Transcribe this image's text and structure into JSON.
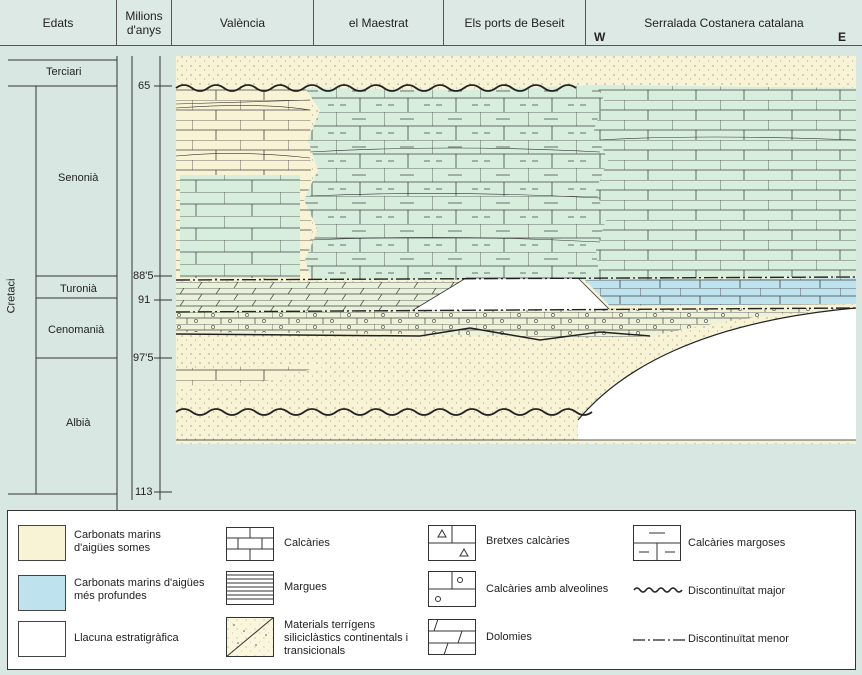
{
  "header": {
    "edats": "Edats",
    "milions": "Milions d'anys",
    "regions": [
      "València",
      "el Maestrat",
      "Els ports de Beseit",
      "Serralada Costanera catalana"
    ],
    "west": "W",
    "east": "E"
  },
  "stages": {
    "terciari": "Terciari",
    "senonia": "Senonià",
    "turonia": "Turonià",
    "cenomania": "Cenomanià",
    "albia": "Albià",
    "cretaci": "Cretaci"
  },
  "ages": [
    "65",
    "88'5",
    "91",
    "97'5",
    "113"
  ],
  "colors": {
    "shallow_marine": "#f7f3d4",
    "deep_marine": "#bfe3ee",
    "dolomite_green": "#d7eedd",
    "gap": "#ffffff",
    "panel": "#d9e7e2"
  },
  "legend": {
    "shallow": "Carbonats marins d'aigües somes",
    "deep": "Carbonats marins d'aigües més profundes",
    "gap": "Llacuna estratigràfica",
    "calcaries": "Calcàries",
    "margues": "Margues",
    "terrigens": "Materials terrígens siliciclàstics continentals i transicionals",
    "bretxes": "Bretxes calcàries",
    "alveolines": "Calcàries amb alveolines",
    "dolomies": "Dolomies",
    "margoses": "Calcàries margoses",
    "disc_major": "Discontinuïtat major",
    "disc_menor": "Discontinuïtat menor"
  }
}
